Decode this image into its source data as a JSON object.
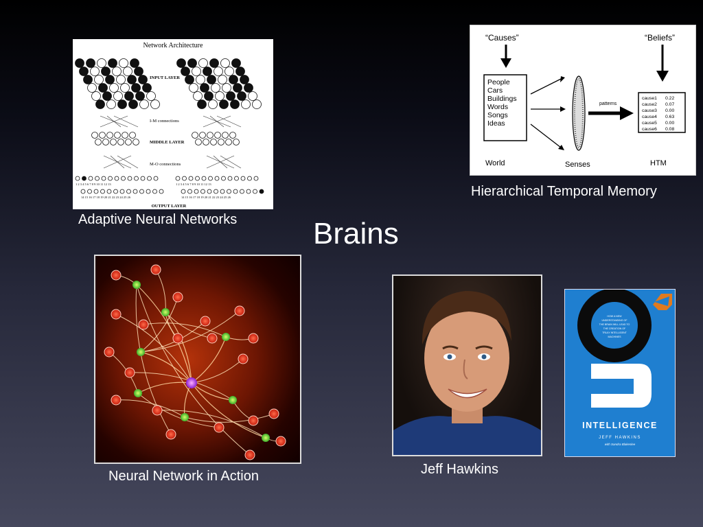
{
  "slide": {
    "title": "Brains",
    "captions": {
      "adaptive": "Adaptive Neural Networks",
      "htm": "Hierarchical Temporal Memory",
      "neural_action": "Neural Network in Action",
      "hawkins": "Jeff Hawkins"
    }
  },
  "architecture": {
    "heading": "Network Architecture",
    "input_layer": "INPUT LAYER",
    "im_connections": "I-M connections",
    "middle_layer": "MIDDLE LAYER",
    "mo_connections": "M-O connections",
    "output_layer": "OUTPUT LAYER",
    "row1_numbers": "1  2  3  4  5  6  7  8  9  10 11 12 13",
    "row2_numbers": "14 15 16 17 18 19 20 21 22 23 24 25 26"
  },
  "htm_diagram": {
    "causes": "“Causes”",
    "beliefs": "“Beliefs”",
    "items": [
      "People",
      "Cars",
      "Buildings",
      "Words",
      "Songs",
      "Ideas"
    ],
    "patterns": "patterns",
    "cause_rows": [
      {
        "name": "cause1",
        "value": "0.22"
      },
      {
        "name": "cause2",
        "value": "0.07"
      },
      {
        "name": "cause3",
        "value": "0.00"
      },
      {
        "name": "cause4",
        "value": "0.63"
      },
      {
        "name": "cause5",
        "value": "0.00"
      },
      {
        "name": "cause6",
        "value": "0.08"
      }
    ],
    "labels": {
      "world": "World",
      "senses": "Senses",
      "htm": "HTM"
    }
  },
  "book": {
    "subtitle_lines": [
      "HOW A NEW",
      "UNDERSTANDING OF",
      "THE BRAIN WILL LEAD TO",
      "THE CREATION OF",
      "TRULY INTELLIGENT",
      "MACHINES"
    ],
    "title": "INTELLIGENCE",
    "author": "JEFF HAWKINS",
    "coauthor": "with Sandra Blakeslee",
    "colors": {
      "cover": "#1f7fd0",
      "accent": "#e07a1f"
    }
  }
}
